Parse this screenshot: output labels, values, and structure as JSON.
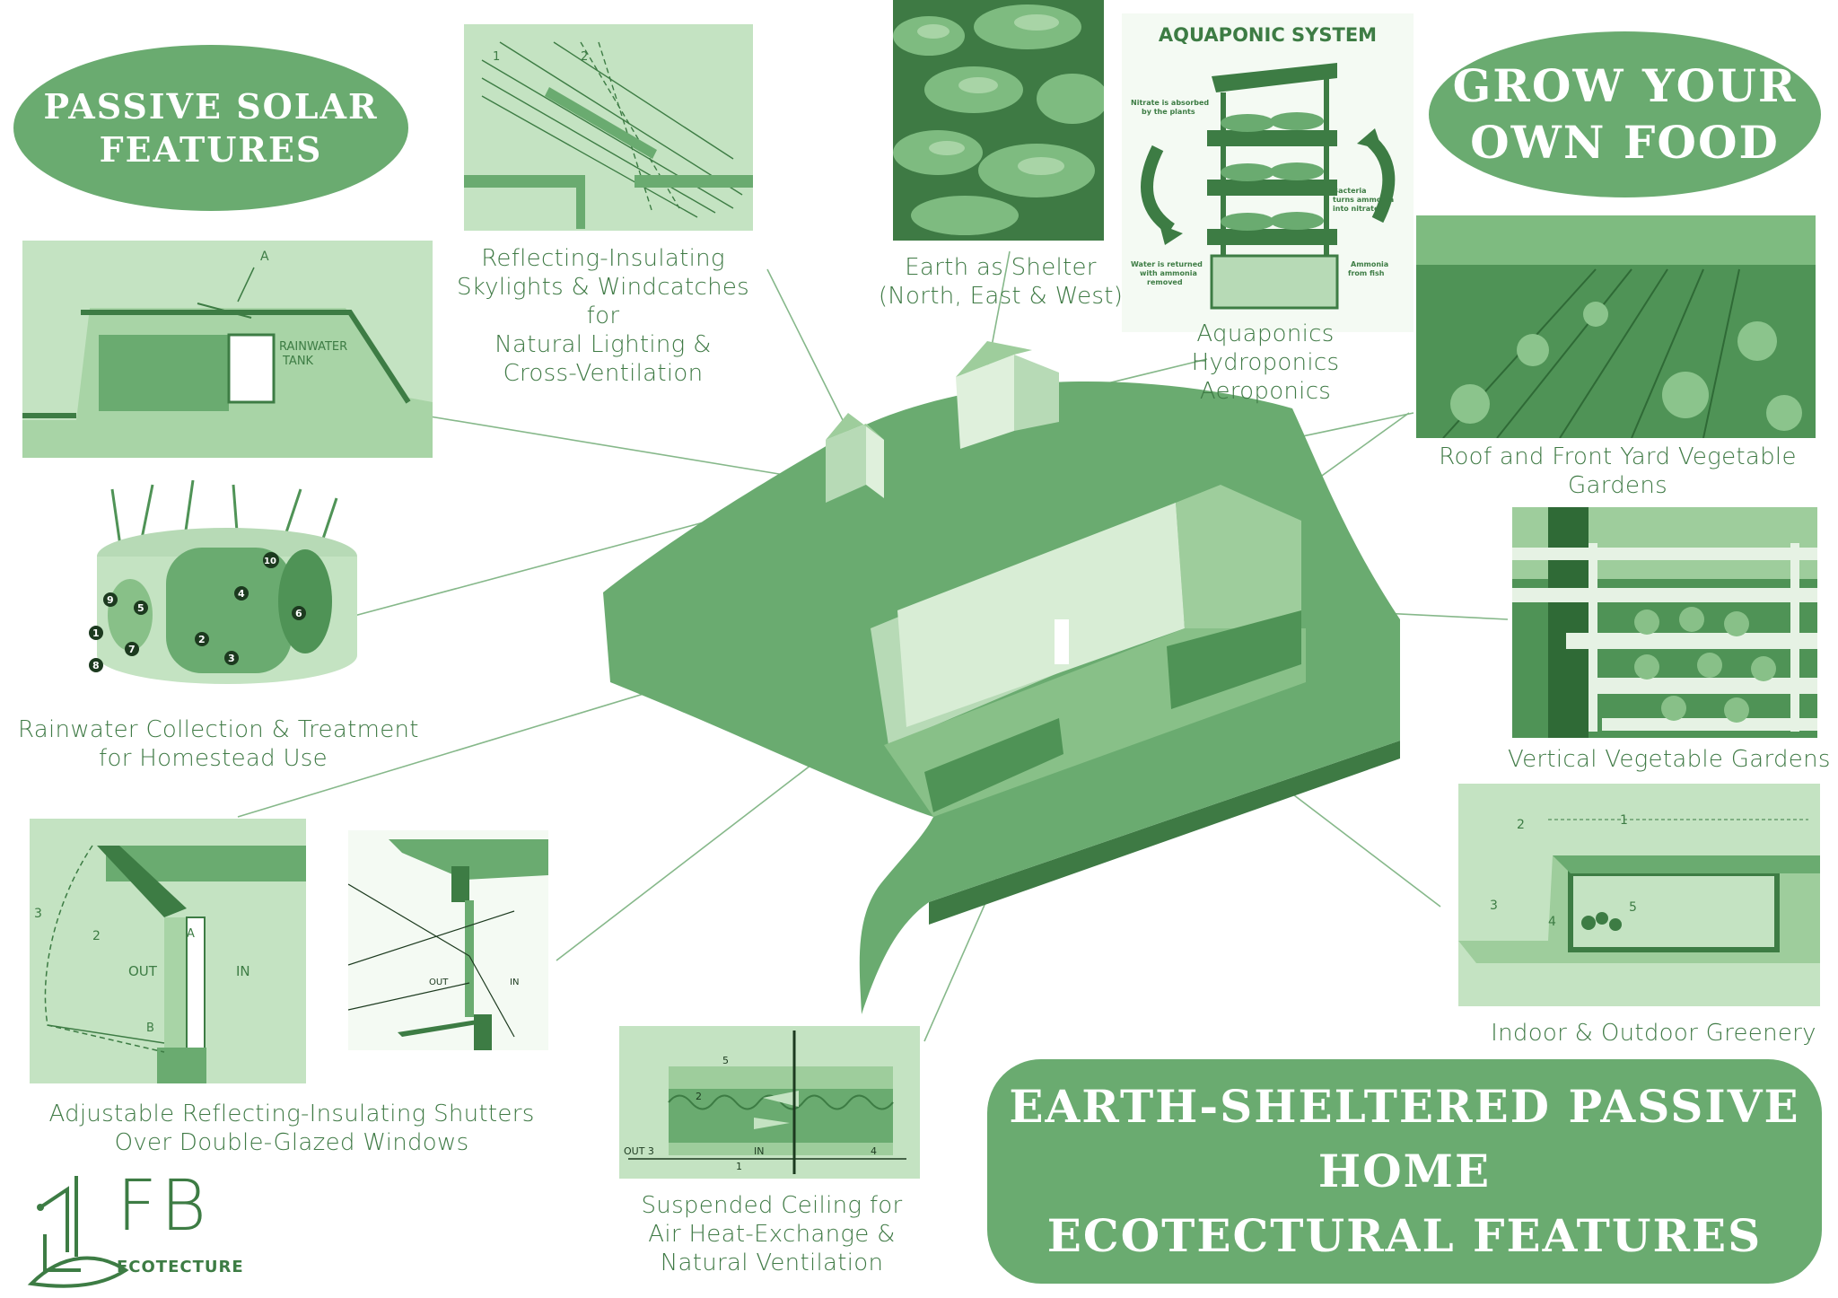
{
  "headings": {
    "passive_solar": [
      "PASSIVE SOLAR",
      "FEATURES"
    ],
    "grow_food": [
      "GROW YOUR",
      "OWN FOOD"
    ],
    "main_title": [
      "EARTH-SHELTERED PASSIVE HOME",
      "ECOTECTURAL FEATURES"
    ]
  },
  "captions": {
    "skylights": [
      "Reflecting-Insulating",
      "Skylights & Windcatches",
      "for",
      "Natural Lighting &",
      "Cross-Ventilation"
    ],
    "earth_shelter": [
      "Earth as Shelter",
      "(North, East & West)"
    ],
    "aquaponics": [
      "Aquaponics",
      "Hydroponics",
      "Aeroponics"
    ],
    "roof_gardens": [
      "Roof and Front Yard Vegetable",
      "Gardens"
    ],
    "rainwater": [
      "Rainwater Collection & Treatment",
      "for Homestead Use"
    ],
    "vertical_gardens": [
      "Vertical  Vegetable Gardens"
    ],
    "shutters": [
      "Adjustable Reflecting-Insulating Shutters",
      "Over Double-Glazed Windows"
    ],
    "ceiling": [
      "Suspended Ceiling for",
      "Air Heat-Exchange &",
      "Natural Ventilation"
    ],
    "greenery": [
      "Indoor & Outdoor Greenery"
    ]
  },
  "aquaponic_chart": {
    "title": "AQUAPONIC SYSTEM",
    "note_nitrate": [
      "Nitrate is absorbed",
      "by the plants"
    ],
    "note_bacteria": [
      "Bacteria",
      "turns ammonia",
      "into nitrate"
    ],
    "note_water": [
      "Water is returned",
      "with ammonia",
      "removed"
    ],
    "note_ammonia": [
      "Ammonia",
      "from fish"
    ]
  },
  "diagram_labels": {
    "rainwater_tank": [
      "RAINWATER",
      "TANK"
    ],
    "tank_point": "A",
    "skylight_rays": [
      "1",
      "2"
    ],
    "shutter_numbers": [
      "3",
      "2",
      "A",
      "B"
    ],
    "shutter_out": "OUT",
    "shutter_in": "IN",
    "window_out": "OUT",
    "window_in": "IN",
    "ceiling_numbers": [
      "5",
      "2",
      "OUT 3",
      "1",
      "IN",
      "4"
    ],
    "greenery_numbers": [
      "2",
      "1",
      "3",
      "4",
      "5"
    ],
    "tank_numbers": [
      "1",
      "2",
      "3",
      "4",
      "5",
      "6",
      "7",
      "8",
      "9",
      "10"
    ]
  },
  "logo": {
    "letters": "FB",
    "name": "ECOTECTURE"
  },
  "colors": {
    "accent": "#6aab70",
    "dark_green": "#3d7c44",
    "panel_light": "#c4e3c2",
    "caption": "#3f7a45"
  }
}
